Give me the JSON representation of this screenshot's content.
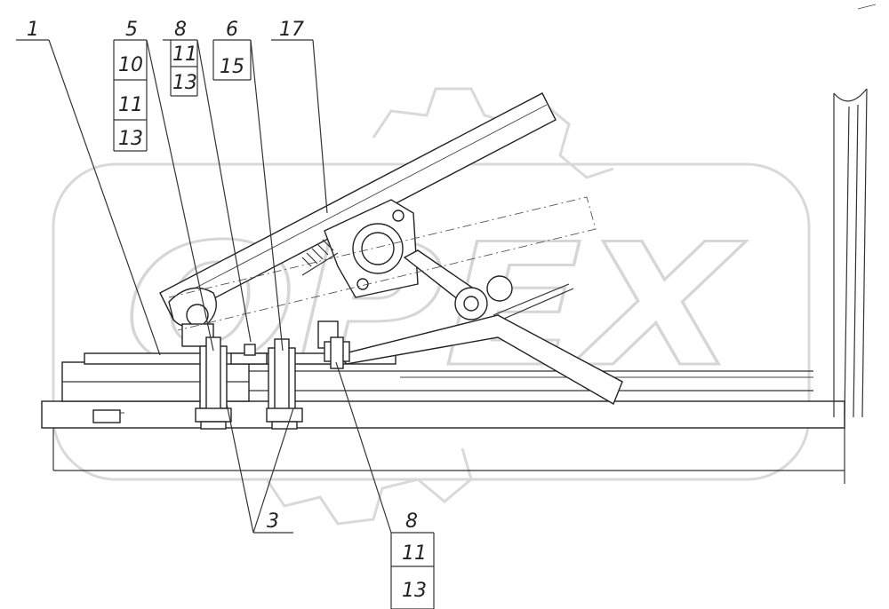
{
  "labels": {
    "l1": "1",
    "l5": "5",
    "l10": "10",
    "l11a": "11",
    "l13a": "13",
    "l8a": "8",
    "l11b": "11",
    "l13b": "13",
    "l6": "6",
    "l15": "15",
    "l17": "17",
    "l3": "3",
    "l8b": "8",
    "l11c": "11",
    "l13c": "13"
  },
  "watermark": {
    "text": "OPEX"
  }
}
